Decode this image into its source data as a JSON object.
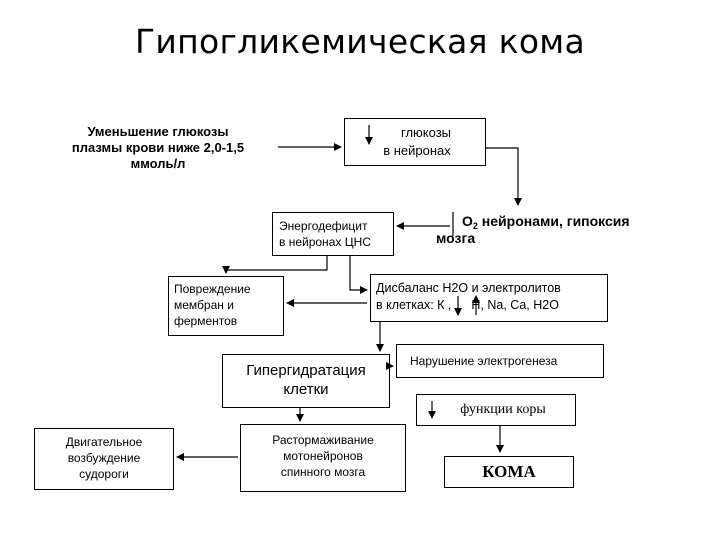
{
  "title": "Гипогликемическая  кома",
  "nodes": {
    "glucose_decrease": {
      "line1": "Уменьшение глюкозы",
      "line2": "плазмы крови ниже 2,0-1,5",
      "line3": "ммоль/л"
    },
    "neuron_glucose": {
      "line1": "глюкозы",
      "line2": "в нейронах"
    },
    "energy_deficit": {
      "line1": "Энергодефицит",
      "line2": "в нейронах ЦНС"
    },
    "hypoxia": {
      "o": "O",
      "sub": "2",
      "line1_rest": " нейронами, гипоксия",
      "line2": "мозга"
    },
    "membrane_damage": {
      "line1": "Повреждение",
      "line2": "мембран и",
      "line3": "ферментов"
    },
    "imbalance": {
      "line1": "Дисбаланс Н2О и электролитов",
      "line2_a": "в клетках:  К ,",
      "line2_b": "Н, Na, Ca, H2O"
    },
    "hyperhydration": {
      "line1": "Гипергидратация",
      "line2": "клетки"
    },
    "electrogenesis": {
      "line1": "Нарушение  электрогенеза"
    },
    "cortex": {
      "line1": "функции коры"
    },
    "motor": {
      "line1": "Двигательное",
      "line2": "возбуждение",
      "line3": "судороги"
    },
    "disinhibition": {
      "line1": "Растормаживание",
      "line2": "мотонейронов",
      "line3": "спинного мозга"
    },
    "coma": {
      "line1": "КОМА"
    }
  }
}
